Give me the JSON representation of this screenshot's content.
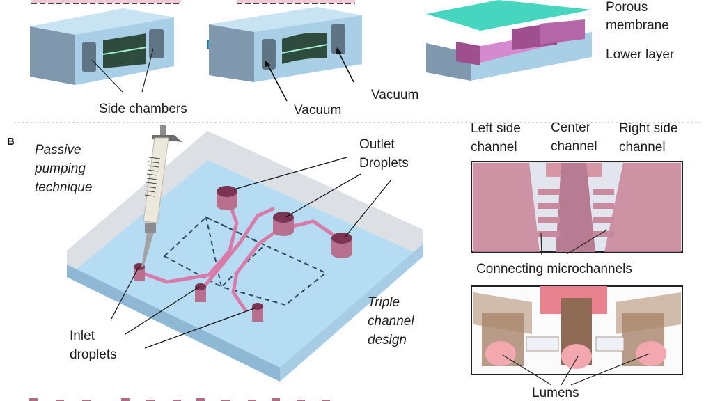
{
  "panel_a": {
    "labels": {
      "side_chambers": "Side chambers",
      "vacuum_left": "Vacuum",
      "vacuum_right": "Vacuum",
      "porous_membrane_line1": "Porous",
      "porous_membrane_line2": "membrane",
      "lower_layer": "Lower layer"
    },
    "colors": {
      "chip_body": "#a9cfe6",
      "chip_side": "#7f98ad",
      "membrane": "#46d6bf",
      "channel_pink": "#c07ab8",
      "arrow": "#1fa4de"
    }
  },
  "panel_b": {
    "letter": "B",
    "labels": {
      "passive_pumping_line1": "Passive",
      "passive_pumping_line2": "pumping",
      "passive_pumping_line3": "technique",
      "outlet_line1": "Outlet",
      "outlet_line2": "Droplets",
      "inlet_line1": "Inlet",
      "inlet_line2": "droplets",
      "triple_line1": "Triple",
      "triple_line2": "channel",
      "triple_line3": "design",
      "left_side_line1": "Left side",
      "left_side_line2": "channel",
      "center_line1": "Center",
      "center_line2": "channel",
      "right_side_line1": "Right side",
      "right_side_line2": "channel",
      "connecting": "Connecting microchannels",
      "lumens": "Lumens"
    },
    "colors": {
      "base_slab": "#b5dcf2",
      "slab_edge": "#d6d9de",
      "channel": "#d97aa8",
      "reservoir": "#9c4f6c",
      "pipette_body": "#ece9dc"
    }
  }
}
